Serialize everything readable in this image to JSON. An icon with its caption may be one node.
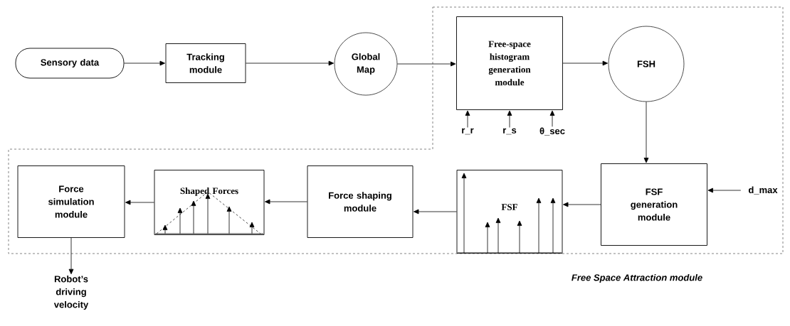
{
  "diagram": {
    "nodes": [
      {
        "text": [
          "Sensory data"
        ]
      },
      {
        "text": [
          "Tracking module"
        ]
      },
      {
        "text": [
          "Global Map"
        ]
      },
      {
        "text": [
          "Free-space histogram generation module"
        ]
      },
      {
        "text": [
          "FSH"
        ]
      },
      {
        "text": [
          "FSF generation module"
        ]
      },
      {
        "text": [
          "FSF"
        ]
      },
      {
        "text": [
          "Force shaping module"
        ]
      },
      {
        "text": [
          "Shaped Forces"
        ]
      },
      {
        "text": [
          "Force simulation module"
        ]
      },
      {
        "text": [
          "Robot’s driving velocity"
        ]
      },
      {
        "text": [
          "r_r"
        ]
      },
      {
        "text": [
          "r_s"
        ]
      },
      {
        "text": [
          "θ_sec"
        ]
      },
      {
        "text": [
          "d_max"
        ]
      }
    ],
    "edges": [
      {
        "from": 0,
        "to": 1,
        "arrow": "to"
      },
      {
        "from": 1,
        "to": 2,
        "arrow": "to"
      },
      {
        "from": 2,
        "to": 3,
        "arrow": "to"
      },
      {
        "from": 3,
        "to": 4,
        "arrow": "to"
      },
      {
        "from": 4,
        "to": 5,
        "arrow": "to"
      },
      {
        "from": 5,
        "to": 6,
        "arrow": "to"
      },
      {
        "from": 6,
        "to": 7,
        "arrow": "to"
      },
      {
        "from": 7,
        "to": 8,
        "arrow": "to"
      },
      {
        "from": 8,
        "to": 9,
        "arrow": "to"
      },
      {
        "from": 9,
        "to": 10,
        "arrow": "to"
      },
      {
        "from": 11,
        "to": 3,
        "arrow": "to"
      },
      {
        "from": 12,
        "to": 3,
        "arrow": "to"
      },
      {
        "from": 13,
        "to": 3,
        "arrow": "to"
      },
      {
        "from": 14,
        "to": 5,
        "arrow": "to"
      }
    ],
    "labels": [
      "Free Space Attraction module"
    ]
  }
}
